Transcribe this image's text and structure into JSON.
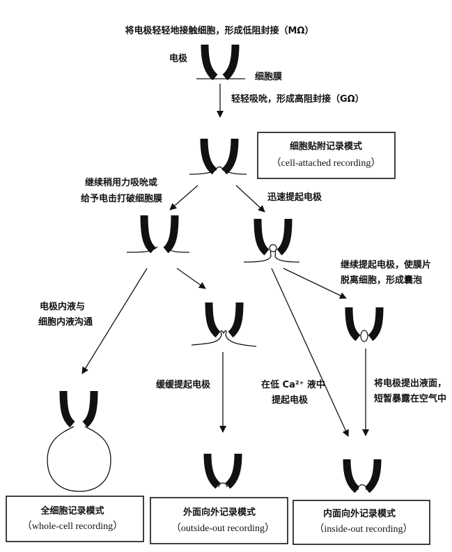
{
  "title": "将电极轻轻地接触细胞，形成低阻封接（MΩ）",
  "labels": {
    "electrode": "电极",
    "membrane": "细胞膜",
    "gentle_suction": "轻轻吸吮，形成高阻封接（GΩ）",
    "break_line1": "继续稍用力吸吮或",
    "break_line2": "给予电击打破细胞膜",
    "quick_pull": "迅速提起电极",
    "vesicle_line1": "继续提起电极，使膜片",
    "vesicle_line2": "脱离细胞，形成囊泡",
    "comm_line1": "电极内液与",
    "comm_line2": "细胞内液沟通",
    "slow_pull": "缓缓提起电极",
    "lowca_line1": "在低 Ca²⁺ 液中",
    "lowca_line2": "提起电极",
    "air_line1": "将电极提出液面，",
    "air_line2": "短暂暴露在空气中"
  },
  "modes": {
    "cell_attached": {
      "zh": "细胞贴附记录模式",
      "en": "（cell-attached recording）"
    },
    "whole_cell": {
      "zh": "全细胞记录模式",
      "en": "（whole-cell recording）"
    },
    "outside_out": {
      "zh": "外面向外记录模式",
      "en": "（outside-out recording）"
    },
    "inside_out": {
      "zh": "内面向外记录模式",
      "en": "（inside-out recording）"
    }
  }
}
